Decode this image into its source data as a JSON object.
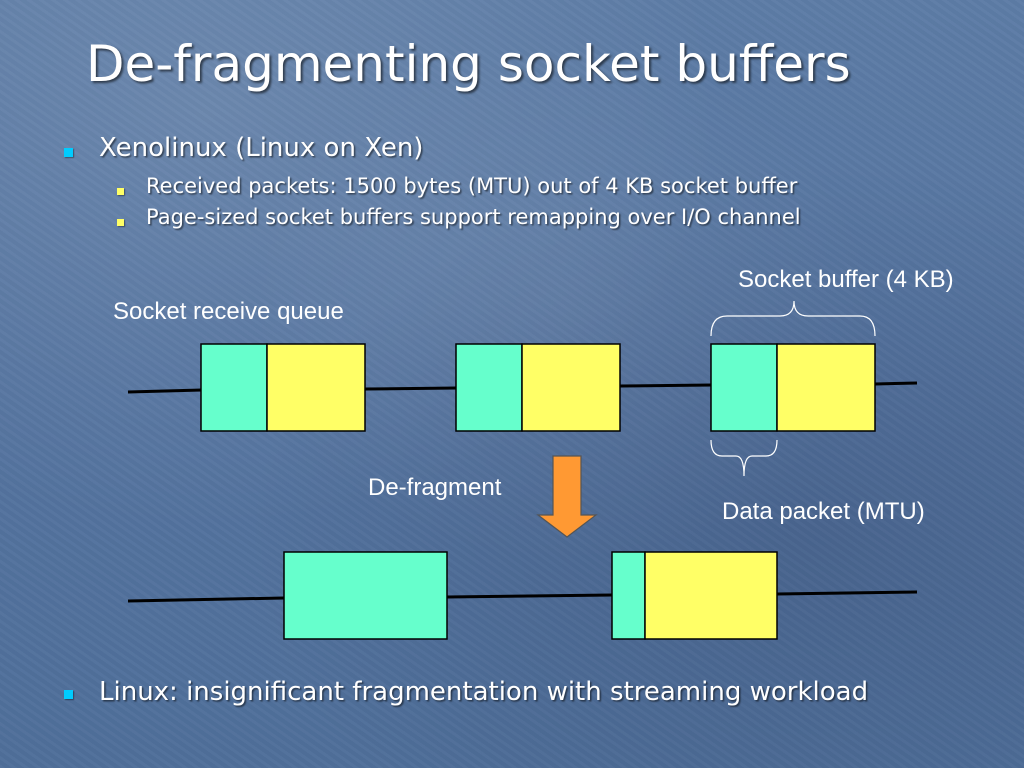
{
  "title": "De-fragmenting socket buffers",
  "bullets": [
    {
      "text": "Xenolinux (Linux on Xen)",
      "sub_bullets": [
        "Received packets: 1500 bytes (MTU) out of 4 KB socket buffer",
        "Page-sized socket buffers support remapping over I/O channel"
      ]
    }
  ],
  "diagram": {
    "socket_receive_queue_label": "Socket receive queue",
    "socket_buffer_label": "Socket buffer (4 KB)",
    "data_packet_label": "Data packet (MTU)",
    "defragment_label": "De-fragment"
  },
  "final_bullet": "Linux: insignificant fragmentation with streaming workload",
  "colors": {
    "background": "#5877a0",
    "packet_fill": "#66ffcc",
    "buffer_fill": "#ffff66",
    "arrow_fill": "#ff9933",
    "level1_bullet": "#00ccff",
    "level2_bullet": "#ffff66"
  }
}
